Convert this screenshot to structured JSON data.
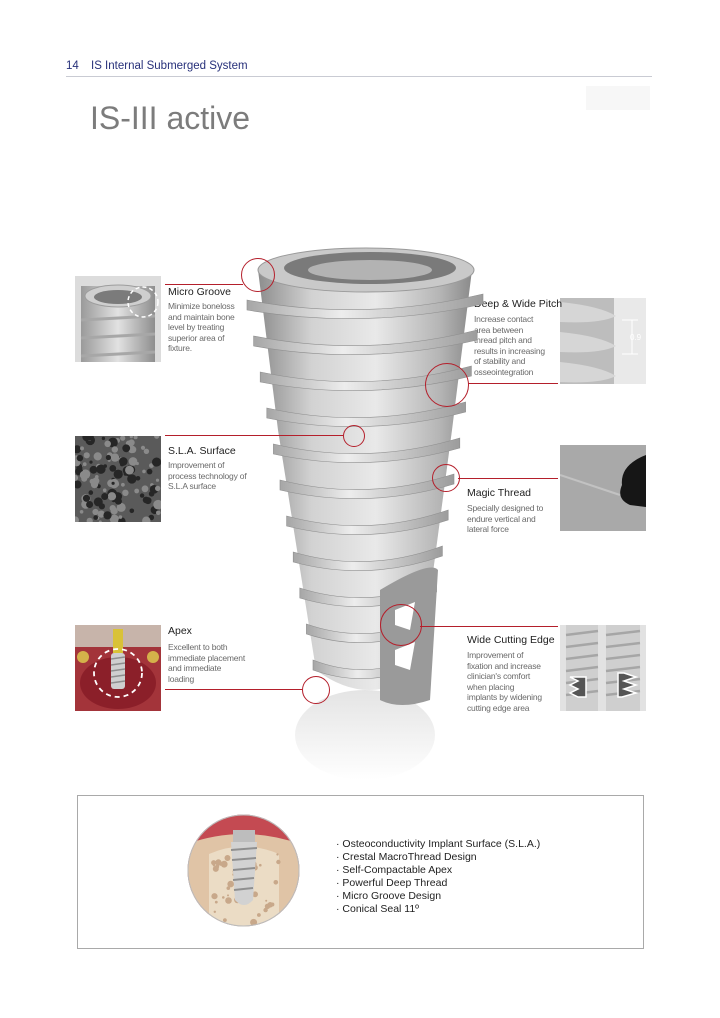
{
  "header": {
    "page_number": "14",
    "section_title": "IS Internal Submerged System"
  },
  "page_title": "IS-III active",
  "features": {
    "micro_groove": {
      "title": "Micro Groove",
      "desc": [
        "Minimize boneloss",
        "and maintain bone",
        "level by treating",
        "superior area of",
        "fixture."
      ]
    },
    "sla_surface": {
      "title": "S.L.A. Surface",
      "desc": [
        "Improvement of",
        "process technology of",
        "S.L.A surface"
      ]
    },
    "apex": {
      "title": "Apex",
      "desc": [
        "Excellent to both",
        "immediate placement",
        "and immediate",
        "loading"
      ]
    },
    "deep_wide_pitch": {
      "title": "Deep & Wide Pitch",
      "desc": [
        "Increase contact",
        "area between",
        "thread pitch and",
        "results in increasing",
        "of stability and",
        "osseointegration"
      ],
      "thumb_label": "0.9"
    },
    "magic_thread": {
      "title": "Magic Thread",
      "desc": [
        "Specially designed to",
        "endure vertical and",
        "lateral force"
      ]
    },
    "wide_cutting_edge": {
      "title": "Wide Cutting Edge",
      "desc": [
        "Improvement of",
        "fixation and increase",
        "clinician's comfort",
        "when placing",
        "implants by widening",
        "cutting edge area"
      ]
    }
  },
  "summary": {
    "items": [
      "· Osteoconductivity Implant Surface (S.L.A.)",
      "· Crestal MacroThread Design",
      "· Self-Compactable Apex",
      "· Powerful Deep Thread",
      "· Micro Groove Design",
      "· Conical Seal 11º"
    ]
  },
  "colors": {
    "accent_red": "#b41f2b",
    "header_blue": "#27307a",
    "title_gray": "#7c7c7c"
  }
}
